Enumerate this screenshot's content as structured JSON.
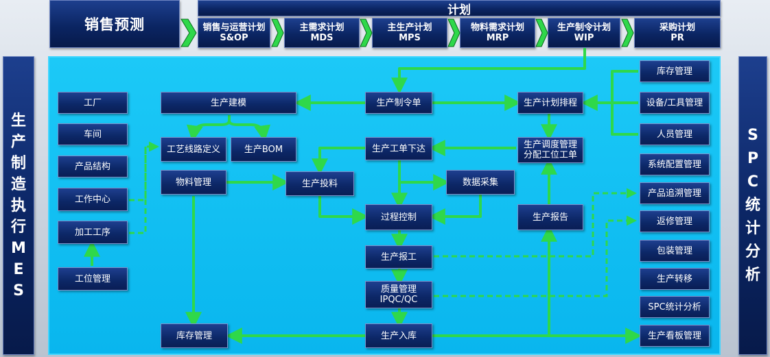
{
  "top": {
    "sales_forecast": "销售预测",
    "plan_title": "计划",
    "plan_steps": [
      {
        "line1": "销售与运营计划",
        "line2": "S&OP"
      },
      {
        "line1": "主需求计划",
        "line2": "MDS"
      },
      {
        "line1": "主生产计划",
        "line2": "MPS"
      },
      {
        "line1": "物料需求计划",
        "line2": "MRP"
      },
      {
        "line1": "生产制令计划",
        "line2": "WIP"
      },
      {
        "line1": "采购计划",
        "line2": "PR"
      }
    ]
  },
  "side": {
    "left_chars": [
      "生",
      "产",
      "制",
      "造",
      "执",
      "行",
      "M",
      "E",
      "S"
    ],
    "right_chars": [
      "S",
      "P",
      "C",
      "统",
      "计",
      "分",
      "析"
    ]
  },
  "left_column": [
    "工厂",
    "车间",
    "产品结构",
    "工作中心",
    "加工工序",
    "工位管理"
  ],
  "flow": {
    "modeling": "生产建模",
    "routing": "工艺线路定义",
    "bom": "生产BOM",
    "material": "物料管理",
    "feeding": "生产投料",
    "order": "生产制令单",
    "schedule": "生产计划排程",
    "dispatch": {
      "line1": "生产调度管理",
      "line2": "分配工位工单"
    },
    "work_order": "生产工单下达",
    "data_collect": "数据采集",
    "process_control": "过程控制",
    "report": "生产报告",
    "report_work": "生产报工",
    "quality": {
      "line1": "质量管理",
      "line2": "IPQC/QC"
    },
    "inbound": "生产入库",
    "inventory": "库存管理"
  },
  "right_column": [
    "库存管理",
    "设备/工具管理",
    "人员管理",
    "系统配置管理",
    "产品追溯管理",
    "返修管理",
    "包装管理",
    "生产转移",
    "SPC统计分析",
    "生产看板管理"
  ],
  "colors": {
    "arrow": "#2fd84a",
    "panel": "#12bff4",
    "box": "#0c2766"
  }
}
